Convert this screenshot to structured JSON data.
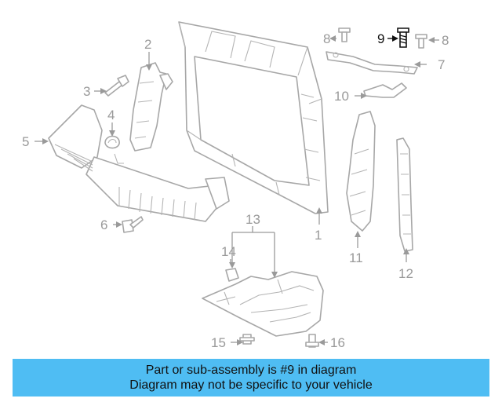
{
  "callouts": {
    "c1": "1",
    "c2": "2",
    "c3": "3",
    "c4": "4",
    "c5": "5",
    "c6": "6",
    "c7": "7",
    "c8a": "8",
    "c8b": "8",
    "c9": "9",
    "c10": "10",
    "c11": "11",
    "c12": "12",
    "c13": "13",
    "c14": "14",
    "c15": "15",
    "c16": "16"
  },
  "highlighted_part": "9",
  "colors": {
    "banner": "#4fbdf3",
    "lines": "#a7a7a7",
    "highlight": "#111111"
  },
  "banner": {
    "line1": "Part or sub-assembly is #9 in diagram",
    "line2": "Diagram may not be specific to your vehicle"
  }
}
